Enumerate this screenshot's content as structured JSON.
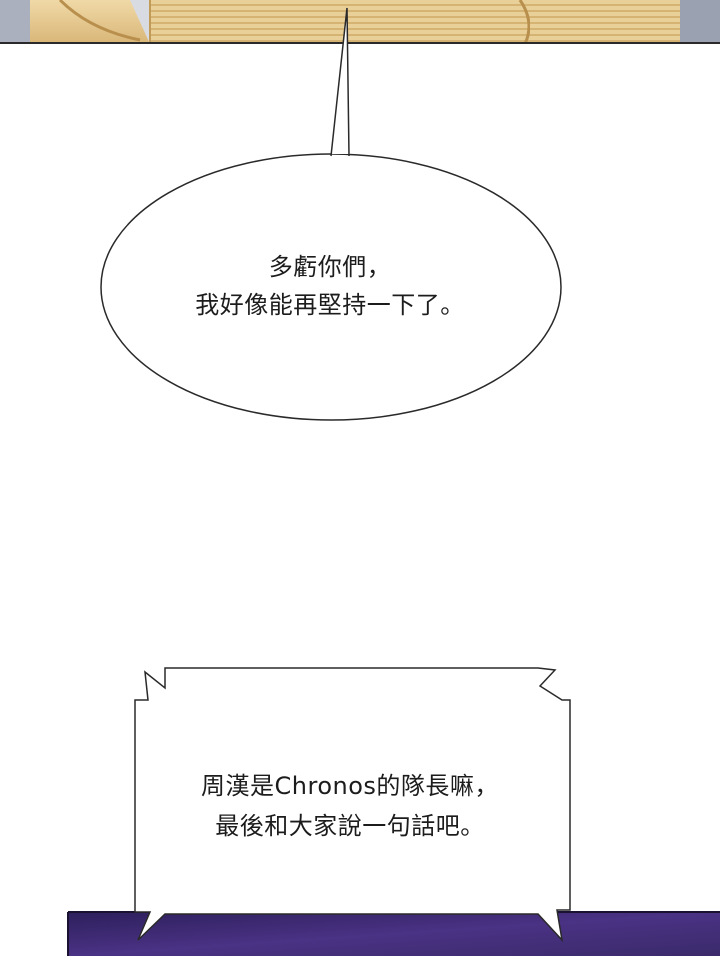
{
  "speech_bubble": {
    "lines": [
      "多虧你們，",
      "我好像能再堅持一下了。"
    ]
  },
  "caption_box": {
    "lines": [
      "周漢是Chronos的隊長嘛，",
      "最後和大家說一句話吧。"
    ]
  },
  "colors": {
    "background": "#ffffff",
    "outline": "#2a2a2a",
    "top_panel_skin": "#e7c98f",
    "bottom_panel_purple": "#3e2a73"
  }
}
